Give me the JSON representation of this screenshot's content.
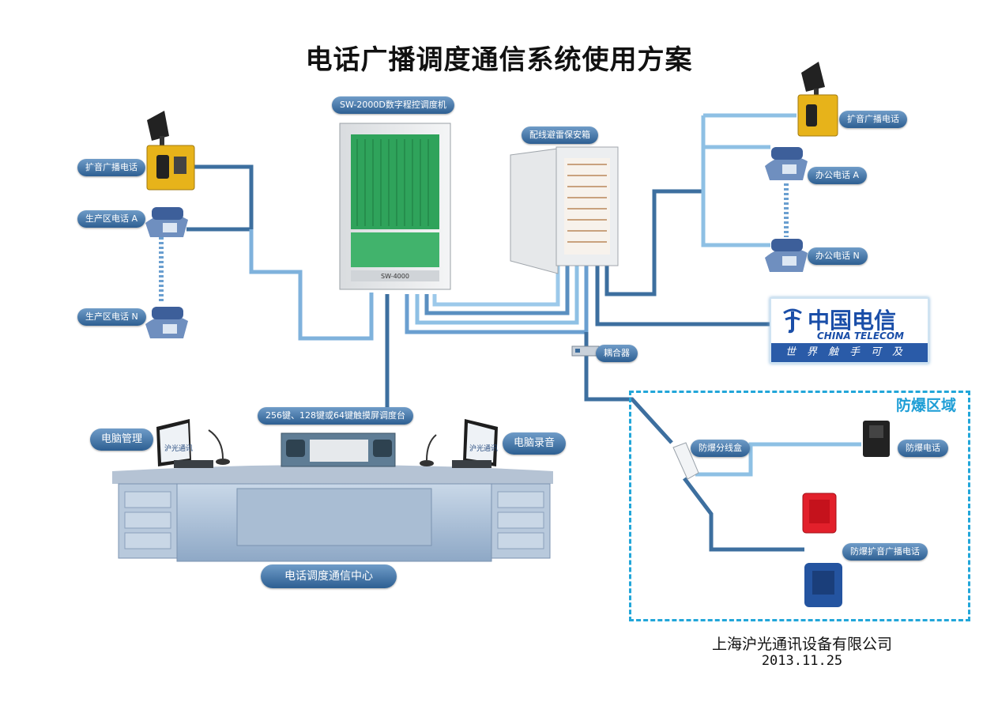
{
  "title": "电话广播调度通信系统使用方案",
  "labels": {
    "switch": "SW-2000D数字程控调度机",
    "switch_brand": "SW-4000",
    "protect_box": "配线避雷保安箱",
    "left_bc_phone": "扩音广播电话",
    "left_phone_a": "生产区电话 A",
    "left_phone_n": "生产区电话 N",
    "right_bc_phone": "扩音广播电话",
    "right_phone_a": "办公电话 A",
    "right_phone_n": "办公电话 N",
    "coupler": "耦合器",
    "console": "256键、128键或64键触摸屏调度台",
    "pc_manage": "电脑管理",
    "pc_record": "电脑录音",
    "center": "电话调度通信中心",
    "zone": "防爆区域",
    "ex_junction": "防爆分线盒",
    "ex_phone": "防爆电话",
    "ex_bc_phone": "防爆扩音广播电话",
    "monitor_text_left": "沪光通讯",
    "monitor_text_right": "沪光通讯"
  },
  "telecom": {
    "name_cn": "中国电信",
    "name_en": "CHINA TELECOM",
    "slogan": "世界触手可及"
  },
  "footer": {
    "company": "上海沪光通讯设备有限公司",
    "date": "2013.11.25"
  },
  "colors": {
    "line_dark": "#3a6b9b",
    "line_light": "#8ec0e4",
    "pill": "#2d5f92",
    "zone_border": "#22a6d9",
    "telecom_blue": "#1a4ea8"
  }
}
